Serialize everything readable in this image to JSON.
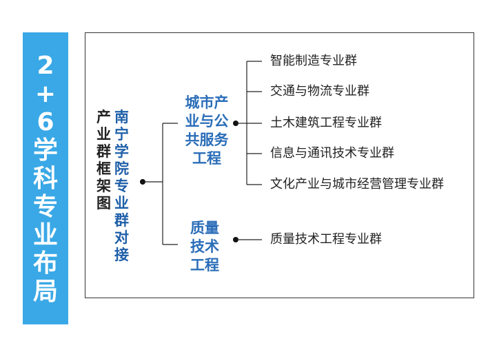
{
  "side_title": [
    "2",
    "+",
    "6",
    "学",
    "科",
    "专",
    "业",
    "布",
    "局"
  ],
  "root_title": {
    "col1": [
      "产",
      "业",
      "群",
      "框",
      "架",
      "图"
    ],
    "col2": [
      "南",
      "宁",
      "学",
      "院",
      "专",
      "业",
      "群",
      "对",
      "接"
    ]
  },
  "branches": [
    {
      "lines": [
        "城市产",
        "业与公",
        "共服务",
        "工程"
      ],
      "leaves": [
        "智能制造专业群",
        "交通与物流专业群",
        "土木建筑工程专业群",
        "信息与通讯技术专业群",
        "文化产业与城市经营管理专业群"
      ]
    },
    {
      "lines": [
        "质量",
        "技术",
        "工程"
      ],
      "leaves": [
        "质量技术工程专业群"
      ]
    }
  ],
  "colors": {
    "banner_bg": "#3aa8e6",
    "branch_text": "#2a6db8",
    "root_blue": "#1e5fa8"
  }
}
